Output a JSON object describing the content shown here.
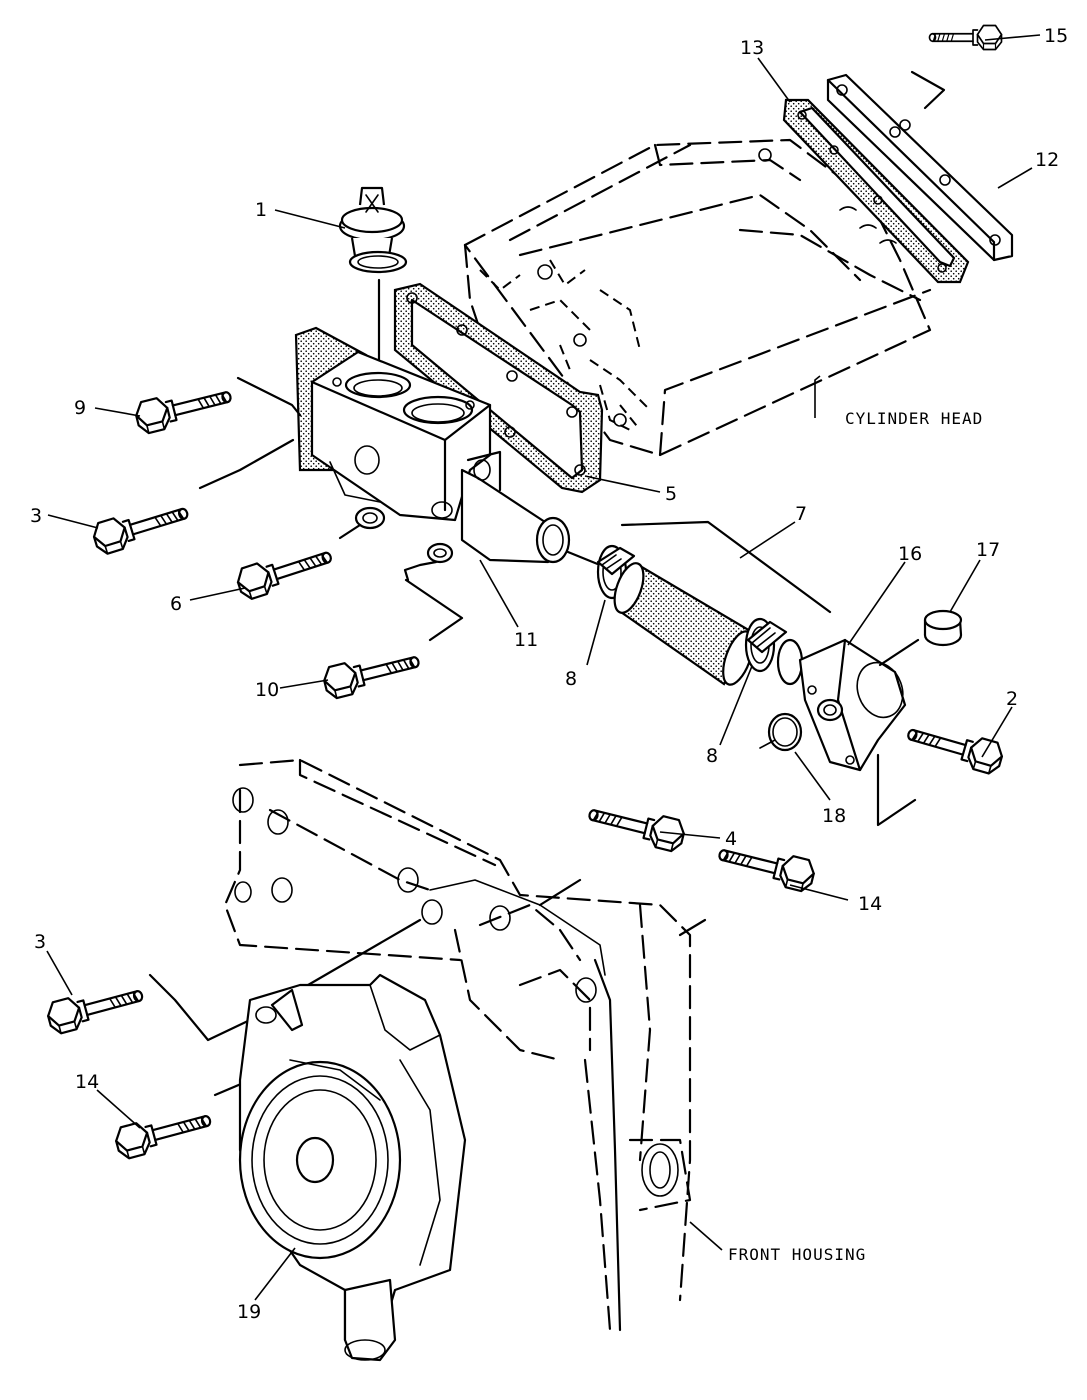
{
  "labels": {
    "cylinder_head": "CYLINDER HEAD",
    "front_housing": "FRONT HOUSING"
  },
  "callouts": {
    "c1": "1",
    "c2": "2",
    "c3a": "3",
    "c3b": "3",
    "c4": "4",
    "c5": "5",
    "c6": "6",
    "c7": "7",
    "c8a": "8",
    "c8b": "8",
    "c9": "9",
    "c10": "10",
    "c11": "11",
    "c12": "12",
    "c13": "13",
    "c14a": "14",
    "c14b": "14",
    "c15": "15",
    "c16": "16",
    "c17": "17",
    "c18": "18",
    "c19": "19"
  }
}
